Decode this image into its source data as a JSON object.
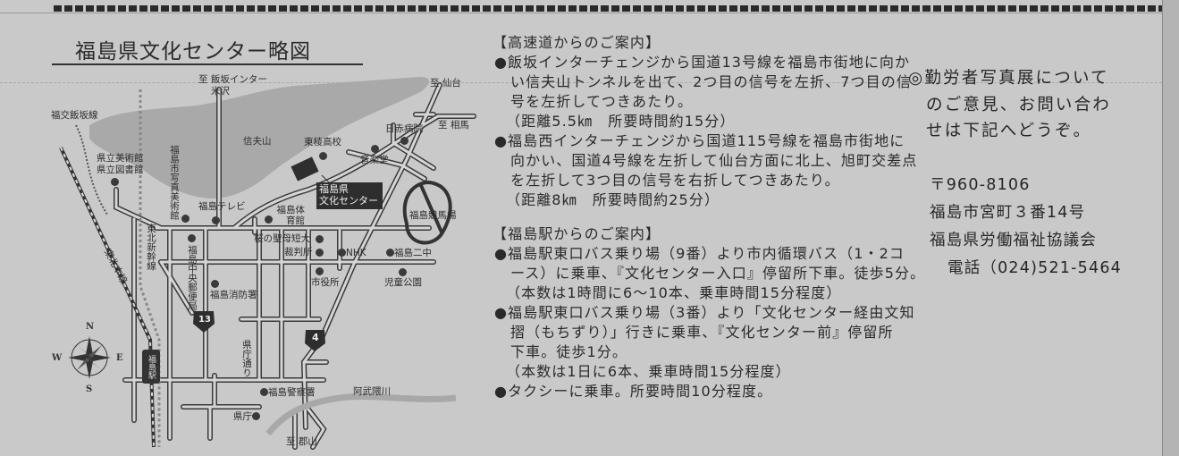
{
  "title": "福島県文化センター略図",
  "map": {
    "labels": {
      "iizaka_ic": "至 飯坂インター",
      "yonezawa": "米沢",
      "sendai": "至 仙台",
      "fukko_line": "福交飯坂線",
      "soma": "至 相馬",
      "nisseki": "日赤病院",
      "shinobuyama": "信夫山",
      "toryo": "東稜高校",
      "ongakudo": "音楽堂",
      "bijutsukan": "県立美術館",
      "toshokan": "県立図書館",
      "shashin": "福島市写真美術館",
      "tv": "福島テレビ",
      "taiikukan": "福島体育館",
      "keibajo": "福島競馬場",
      "sakura": "桜の聖母短大",
      "saibansho": "裁判所",
      "nhk": "NHK",
      "nichu": "福島二中",
      "shinkansen": "東北新幹線",
      "honsen": "東北本線",
      "yubinkyoku": "福島中央郵便局",
      "shiyakusho": "市役所",
      "jidokoen": "児童公園",
      "shobosho": "福島消防署",
      "kencho_dori": "県庁通り",
      "keisatsu": "福島警察署",
      "abukuma": "阿武隈川",
      "kencho": "県庁",
      "koriyama": "至 郡山",
      "station": "福島駅",
      "center_line1": "福島県",
      "center_line2": "文化センター",
      "route13": "13",
      "route4": "4"
    },
    "compass": {
      "n": "N",
      "e": "E",
      "s": "S",
      "w": "W"
    },
    "colors": {
      "mountain": "#a9a9a9",
      "road_outline": "#3a3a3a",
      "road_fill": "#d6d6d6"
    }
  },
  "highway": {
    "heading": "【高速道からのご案内】",
    "lines": [
      "●飯坂インターチェンジから国道13号線を福島市街地に向か",
      "い信夫山トンネルを出て、2つ目の信号を左折、7つ目の信",
      "号を左折してつきあたり。",
      "（距離5.5㎞　所要時間約15分）",
      "●福島西インターチェンジから国道115号線を福島市街地に",
      "向かい、国道4号線を左折して仙台方面に北上、旭町交差点",
      "を左折して3つ目の信号を右折してつきあたり。",
      "（距離8㎞　所要時間約25分）"
    ]
  },
  "station": {
    "heading": "【福島駅からのご案内】",
    "lines": [
      "●福島駅東口バス乗り場（9番）より市内循環バス（1・2コ",
      "ース）に乗車、『文化センター入口』停留所下車。徒歩5分。",
      "（本数は1時間に6～10本、乗車時間15分程度）",
      "●福島駅東口バス乗り場（3番）より「文化センター経由文知",
      "摺（もちずり）」行きに乗車、『文化センター前』停留所",
      "下車。徒歩1分。",
      "（本数は1日に6本、乗車時間15分程度）",
      "●タクシーに乗車。所要時間10分程度。"
    ]
  },
  "contact": {
    "intro": [
      "◎勤労者写真展について",
      "のご意見、お問い合わ",
      "せは下記へどうぞ。"
    ],
    "postal": "〒960-8106",
    "address": "福島市宮町３番14号",
    "org": "福島県労働福祉協議会",
    "phone": "電話（024)521-5464"
  }
}
